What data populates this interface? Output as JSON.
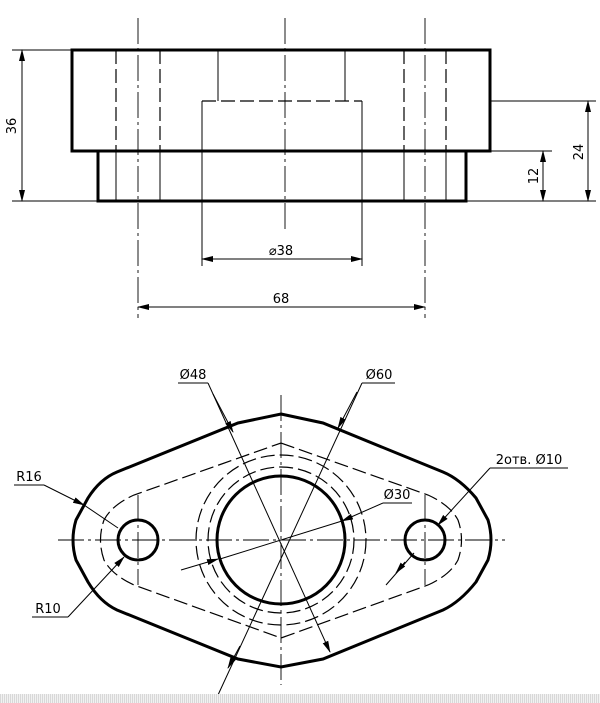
{
  "front_view": {
    "dims": {
      "height_total": "36",
      "height_upper_bore": "24",
      "height_flange": "12",
      "bore_diameter": "⌀38",
      "hole_spacing": "68"
    }
  },
  "top_view": {
    "labels": {
      "circle_48": "Ø48",
      "circle_60": "Ø60",
      "radius_16": "R16",
      "holes": "2отв. Ø10",
      "bore_30": "Ø30",
      "radius_10": "R10"
    }
  }
}
